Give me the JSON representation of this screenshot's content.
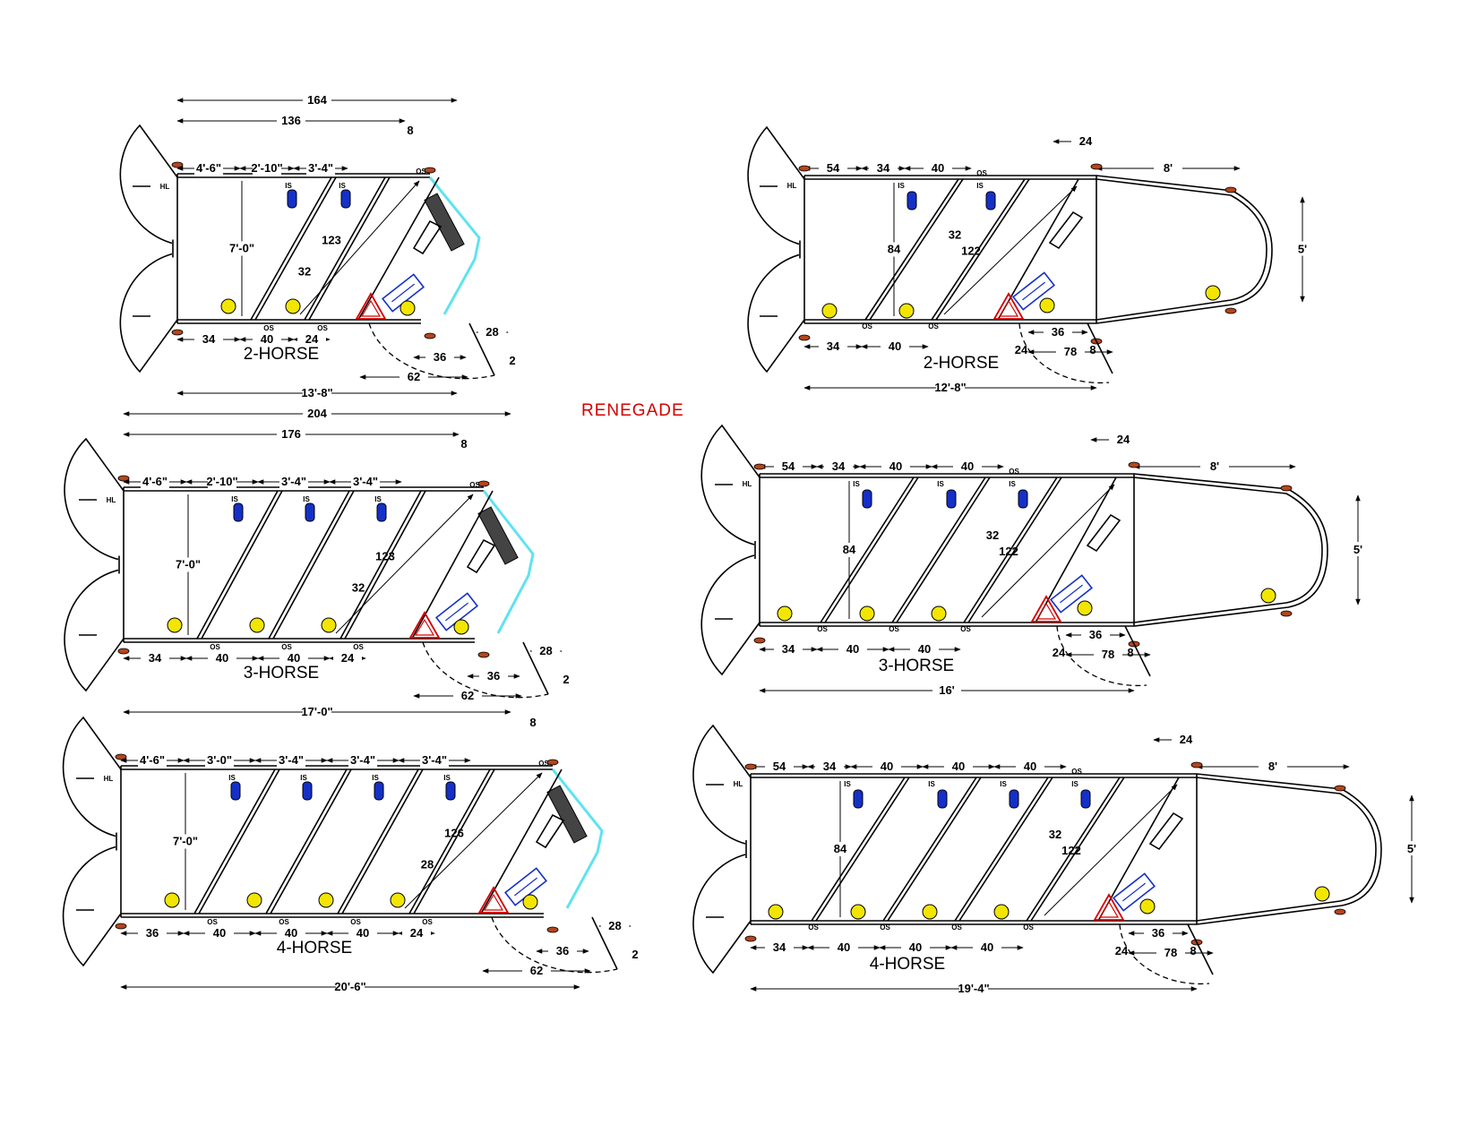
{
  "title": "RENEGADE",
  "colors": {
    "title": "#d40000",
    "hay_bag": "#1530c8",
    "tie_ring": "#f2e600",
    "ramp": "#5fe3f0",
    "saddle_rack": "#d40000",
    "tie_loop": "#b5451b"
  },
  "markers": {
    "is": "IS",
    "os": "OS",
    "hl": "HL"
  },
  "left_units": [
    {
      "label": "2-HORSE",
      "overall": "164",
      "interior": "136",
      "corner": "8",
      "top_dims": [
        "4'-6\"",
        "2'-10\"",
        "3'-4\""
      ],
      "height": "7'-0\"",
      "diag": "123",
      "bay": "32",
      "bottom_dims": [
        "34",
        "40",
        "24"
      ],
      "door": "36",
      "door_span": "62",
      "ramp_depth": "28",
      "ramp_gap": "2",
      "total": "13'-8\""
    },
    {
      "label": "3-HORSE",
      "overall": "204",
      "interior": "176",
      "corner": "8",
      "top_dims": [
        "4'-6\"",
        "2'-10\"",
        "3'-4\"",
        "3'-4\""
      ],
      "height": "7'-0\"",
      "diag": "123",
      "bay": "32",
      "bottom_dims": [
        "34",
        "40",
        "40",
        "24"
      ],
      "door": "36",
      "door_span": "62",
      "ramp_depth": "28",
      "ramp_gap": "2",
      "total": "17'-0\""
    },
    {
      "label": "4-HORSE",
      "corner": "8",
      "top_dims": [
        "4'-6\"",
        "3'-0\"",
        "3'-4\"",
        "3'-4\"",
        "3'-4\""
      ],
      "height": "7'-0\"",
      "diag": "126",
      "bay": "28",
      "bottom_dims": [
        "36",
        "40",
        "40",
        "40",
        "24"
      ],
      "door": "36",
      "door_span": "62",
      "ramp_depth": "28",
      "ramp_gap": "2",
      "total": "20'-6\""
    }
  ],
  "right_units": [
    {
      "label": "2-HORSE",
      "top_dims": [
        "54",
        "34",
        "40"
      ],
      "offset": "24",
      "nose": "8'",
      "height": "84",
      "diag": "122",
      "bay": "32",
      "nose_height": "5'",
      "bottom_dims": [
        "34",
        "40"
      ],
      "door": "36",
      "door_start": "24",
      "door_span": "78",
      "end": "8",
      "total": "12'-8\""
    },
    {
      "label": "3-HORSE",
      "top_dims": [
        "54",
        "34",
        "40",
        "40"
      ],
      "offset": "24",
      "nose": "8'",
      "height": "84",
      "diag": "122",
      "bay": "32",
      "nose_height": "5'",
      "bottom_dims": [
        "34",
        "40",
        "40"
      ],
      "door": "36",
      "door_start": "24",
      "door_span": "78",
      "end": "8",
      "total": "16'"
    },
    {
      "label": "4-HORSE",
      "top_dims": [
        "54",
        "34",
        "40",
        "40",
        "40"
      ],
      "offset": "24",
      "nose": "8'",
      "height": "84",
      "diag": "122",
      "bay": "32",
      "nose_height": "5'",
      "bottom_dims": [
        "34",
        "40",
        "40",
        "40"
      ],
      "door": "36",
      "door_start": "24",
      "door_span": "78",
      "end": "8",
      "total": "19'-4\""
    }
  ]
}
